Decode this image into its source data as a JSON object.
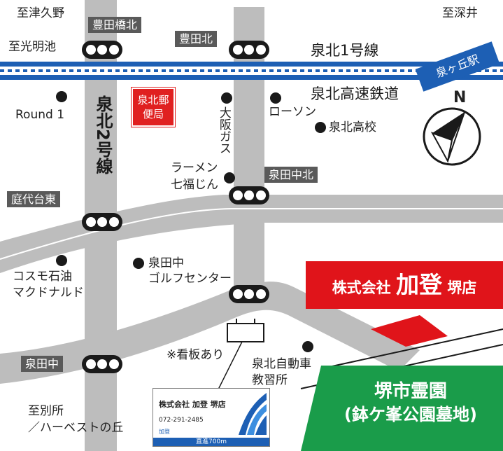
{
  "colors": {
    "road": "#bdbdbd",
    "rail_blue": "#1d5fb4",
    "company_red": "#e0141a",
    "cemetery_green": "#1a9c4a",
    "badge_gray": "#5a5a5a"
  },
  "directions": {
    "tsukuno": "至津久野",
    "fukai": "至深井",
    "komyoike": "至光明池",
    "betsusho": "至別所",
    "harvest": "／ハーベストの丘"
  },
  "intersections": {
    "toyotabashi_kita": "豊田橋北",
    "toyota_kita": "豊田北",
    "izumita_naka_kita": "泉田中北",
    "niwashiro_higashi": "庭代台東",
    "izumita_naka": "泉田中"
  },
  "rail": {
    "line_name": "泉北1号線",
    "railway_name": "泉北高速鉄道",
    "station": "泉ヶ丘駅"
  },
  "road": {
    "name": "泉北2号線"
  },
  "places": {
    "round1": "Round 1",
    "post_office": "泉北郵便局",
    "osaka_gas": "大阪ガス",
    "lawson": "ローソン",
    "high_school": "泉北高校",
    "ramen_line1": "ラーメン",
    "ramen_line2": "七福じん",
    "golf_line1": "泉田中",
    "golf_line2": "ゴルフセンター",
    "cosmo_line1": "コスモ石油",
    "cosmo_line2": "マクドナルド",
    "school_line1": "泉北自動車",
    "school_line2": "教習所"
  },
  "signboard_note": "※看板あり",
  "company": {
    "prefix": "株式会社",
    "name": "加登",
    "branch": "堺店"
  },
  "cemetery": {
    "line1": "堺市霊園",
    "line2": "(鉢ケ峯公園墓地)"
  },
  "billboard": {
    "company": "株式会社 加登 堺店",
    "phone": "072-291-2485",
    "logo": "加登",
    "direction": "直進700m"
  },
  "compass": {
    "north": "N"
  },
  "icons": {
    "signal": "traffic-signal-icon",
    "landmark": "landmark-dot-icon",
    "compass": "compass-icon"
  }
}
